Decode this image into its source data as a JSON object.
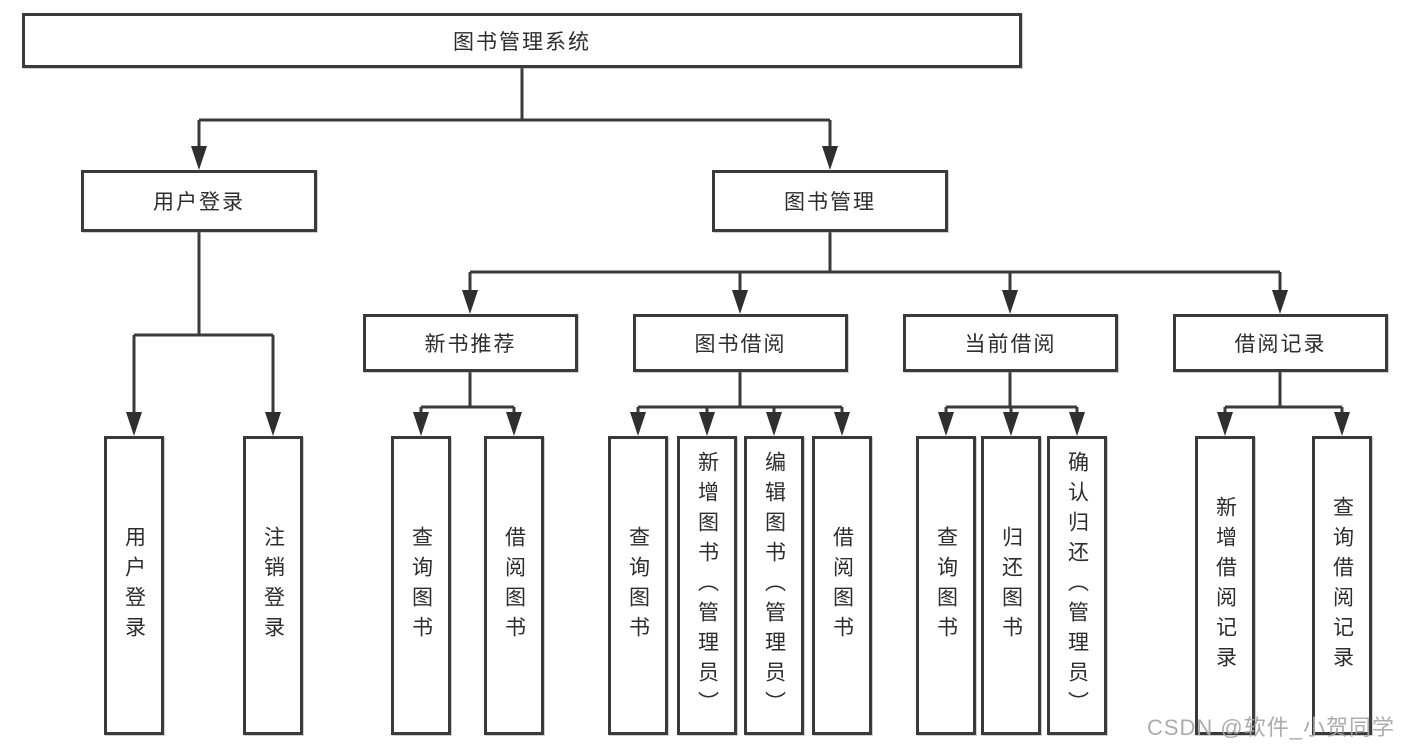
{
  "colors": {
    "line": "#3a3a3a",
    "box_border": "#3a3a3a",
    "text": "#2d2d2d",
    "background": "#ffffff",
    "watermark": "#a8a7ac"
  },
  "tree": {
    "label": "图书管理系统",
    "children": [
      {
        "label": "用户登录",
        "children": [
          {
            "label": "用户登录"
          },
          {
            "label": "注销登录"
          }
        ]
      },
      {
        "label": "图书管理",
        "children": [
          {
            "label": "新书推荐",
            "children": [
              {
                "label": "查询图书"
              },
              {
                "label": "借阅图书"
              }
            ]
          },
          {
            "label": "图书借阅",
            "children": [
              {
                "label": "查询图书"
              },
              {
                "label": "新增图书（管理员）"
              },
              {
                "label": "编辑图书（管理员）"
              },
              {
                "label": "借阅图书"
              }
            ]
          },
          {
            "label": "当前借阅",
            "children": [
              {
                "label": "查询图书"
              },
              {
                "label": "归还图书"
              },
              {
                "label": "确认归还（管理员）"
              }
            ]
          },
          {
            "label": "借阅记录",
            "children": [
              {
                "label": "新增借阅记录"
              },
              {
                "label": "查询借阅记录"
              }
            ]
          }
        ]
      }
    ]
  },
  "watermark": {
    "text": "CSDN @软件_小贺同学"
  }
}
